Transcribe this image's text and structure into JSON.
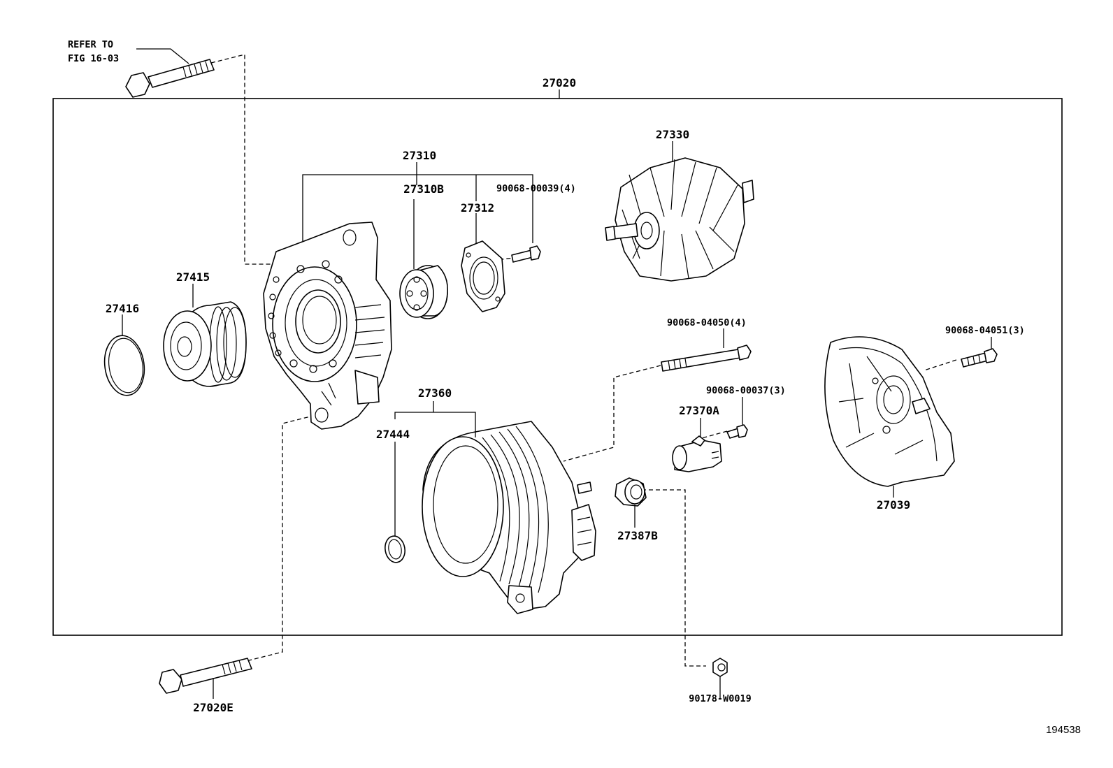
{
  "labels": {
    "refer_to_line1": "REFER TO",
    "refer_to_line2": "FIG 16-03",
    "assembly": "27020",
    "drive_end_frame": "27310",
    "bearing": "27310B",
    "retainer_plate": "27312",
    "screw_27312": "90068-00039(4)",
    "rotor": "27330",
    "pulley": "27415",
    "pulley_cap": "27416",
    "stator": "27360",
    "o_ring": "27444",
    "through_bolt": "90068-04050(4)",
    "rear_cover_bolt": "90068-04051(3)",
    "screw_regulator": "90068-00037(3)",
    "regulator": "27370A",
    "rear_cover": "27039",
    "insulator": "27387B",
    "bolt_27020e": "27020E",
    "nut": "90178-W0019",
    "figure_id": "194538"
  }
}
